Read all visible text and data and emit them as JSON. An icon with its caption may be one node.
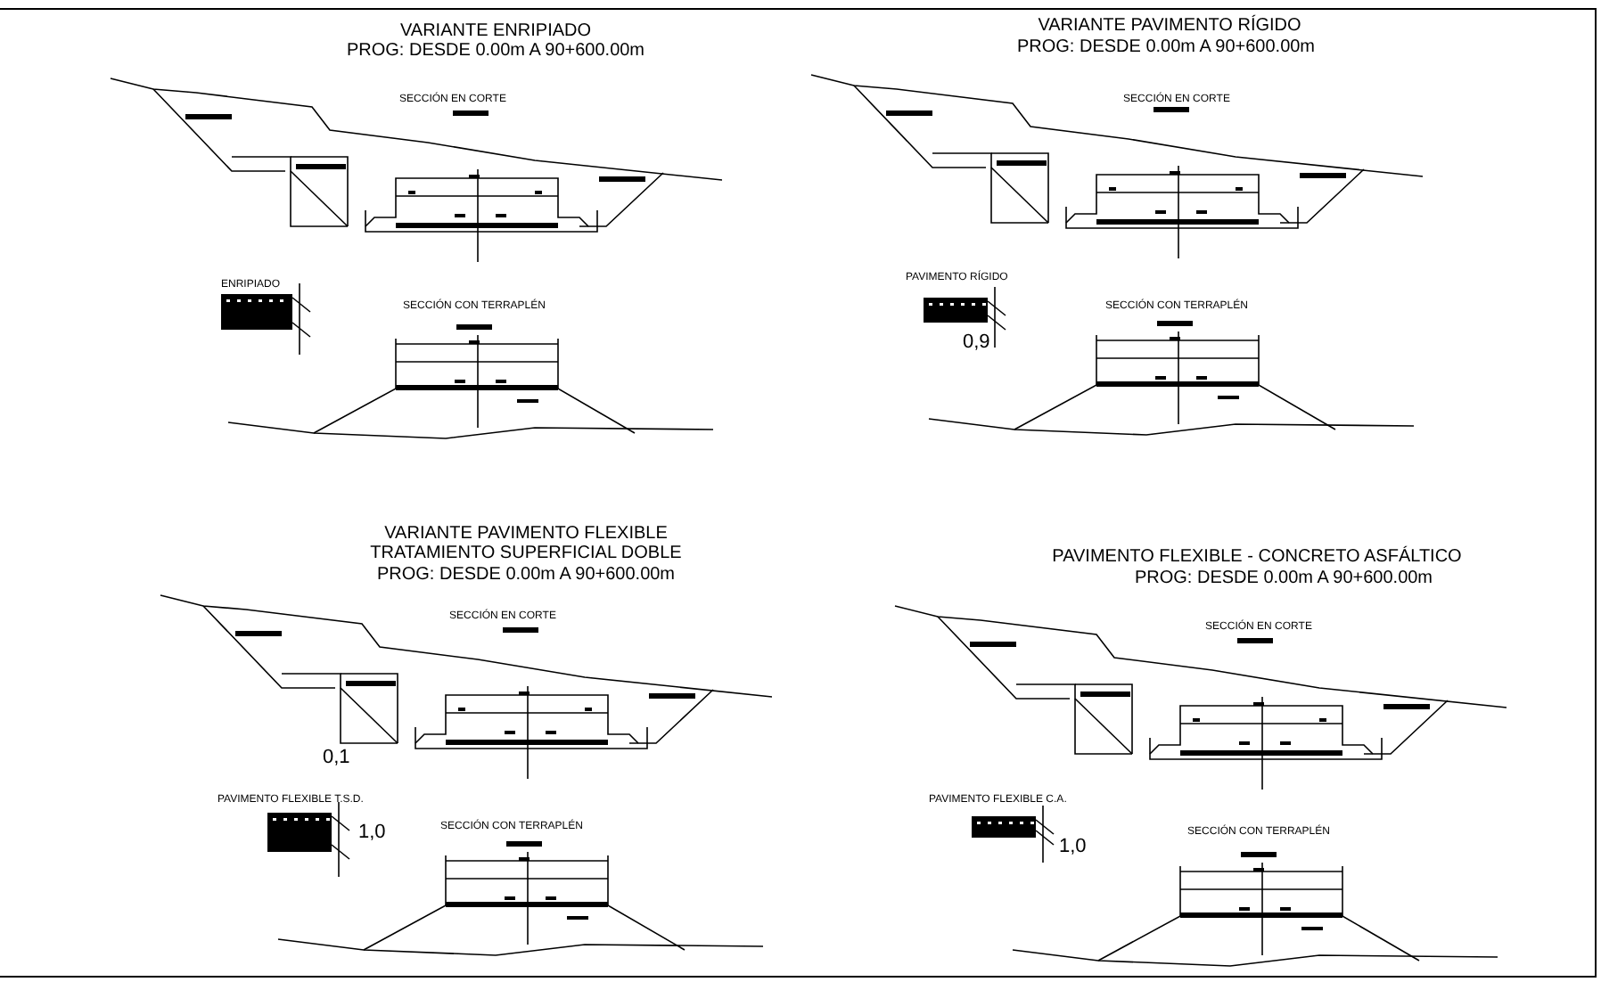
{
  "diagram": {
    "labels": [
      "VARIANTE ENRIPIADO",
      "PROG: DESDE 0.00m A 90+600.00m",
      "SECCIÓN EN CORTE",
      "ENRIPIADO",
      "SECCIÓN CON TERRAPLÉN",
      "VARIANTE PAVIMENTO RÍGIDO",
      "PROG: DESDE 0.00m A 90+600.00m",
      "SECCIÓN EN CORTE",
      "PAVIMENTO RÍGIDO",
      "SECCIÓN CON TERRAPLÉN",
      "0,9",
      "VARIANTE PAVIMENTO FLEXIBLE TRATAMIENTO SUPERFICIAL DOBLE",
      "PROG: DESDE 0.00m A 90+600.00m",
      "SECCIÓN EN CORTE",
      "0,1",
      "PAVIMENTO FLEXIBLE T.S.D.",
      "1,0",
      "SECCIÓN CON TERRAPLÉN",
      "PAVIMENTO FLEXIBLE - CONCRETO ASFÁLTICO",
      "PROG: DESDE 0.00m A 90+600.00m",
      "SECCIÓN EN CORTE",
      "PAVIMENTO FLEXIBLE C.A.",
      "1,0",
      "SECCIÓN CON TERRAPLÉN"
    ]
  }
}
